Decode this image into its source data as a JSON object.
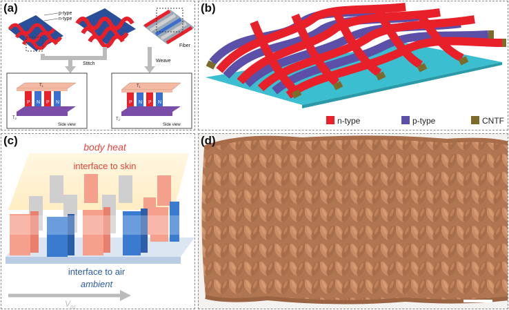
{
  "panels": {
    "a": {
      "label": "(a)",
      "p_type": "p-type",
      "n_type": "n-type",
      "stitch": "Stitch",
      "weave": "Weave",
      "fiber": "Fiber",
      "t_top": "T",
      "t_top_sub": "1",
      "t_bottom": "T",
      "t_bottom_sub": "2",
      "p_letter": "P",
      "n_letter": "N",
      "side_view": "Side view"
    },
    "b": {
      "label": "(b)",
      "legend": [
        {
          "label": "n-type",
          "color": "#e8202a"
        },
        {
          "label": "p-type",
          "color": "#5b4fa8"
        },
        {
          "label": "CNTF",
          "color": "#7d6b2c"
        }
      ]
    },
    "c": {
      "label": "(c)",
      "body_heat": "body heat",
      "interface_skin": "interface to skin",
      "interface_air": "interface to air",
      "ambient": "ambient",
      "voc": "V",
      "voc_sub": "oc"
    },
    "d": {
      "label": "(d)"
    }
  },
  "colors": {
    "red": "#e8202a",
    "blue": "#3a6fd0",
    "purple": "#5b4fa8",
    "gold": "#7d6b2c",
    "cyan": "#3bbfd0",
    "salmon": "#f5a08c",
    "gray": "#c9c9c9",
    "yarn": "#b9815e"
  }
}
